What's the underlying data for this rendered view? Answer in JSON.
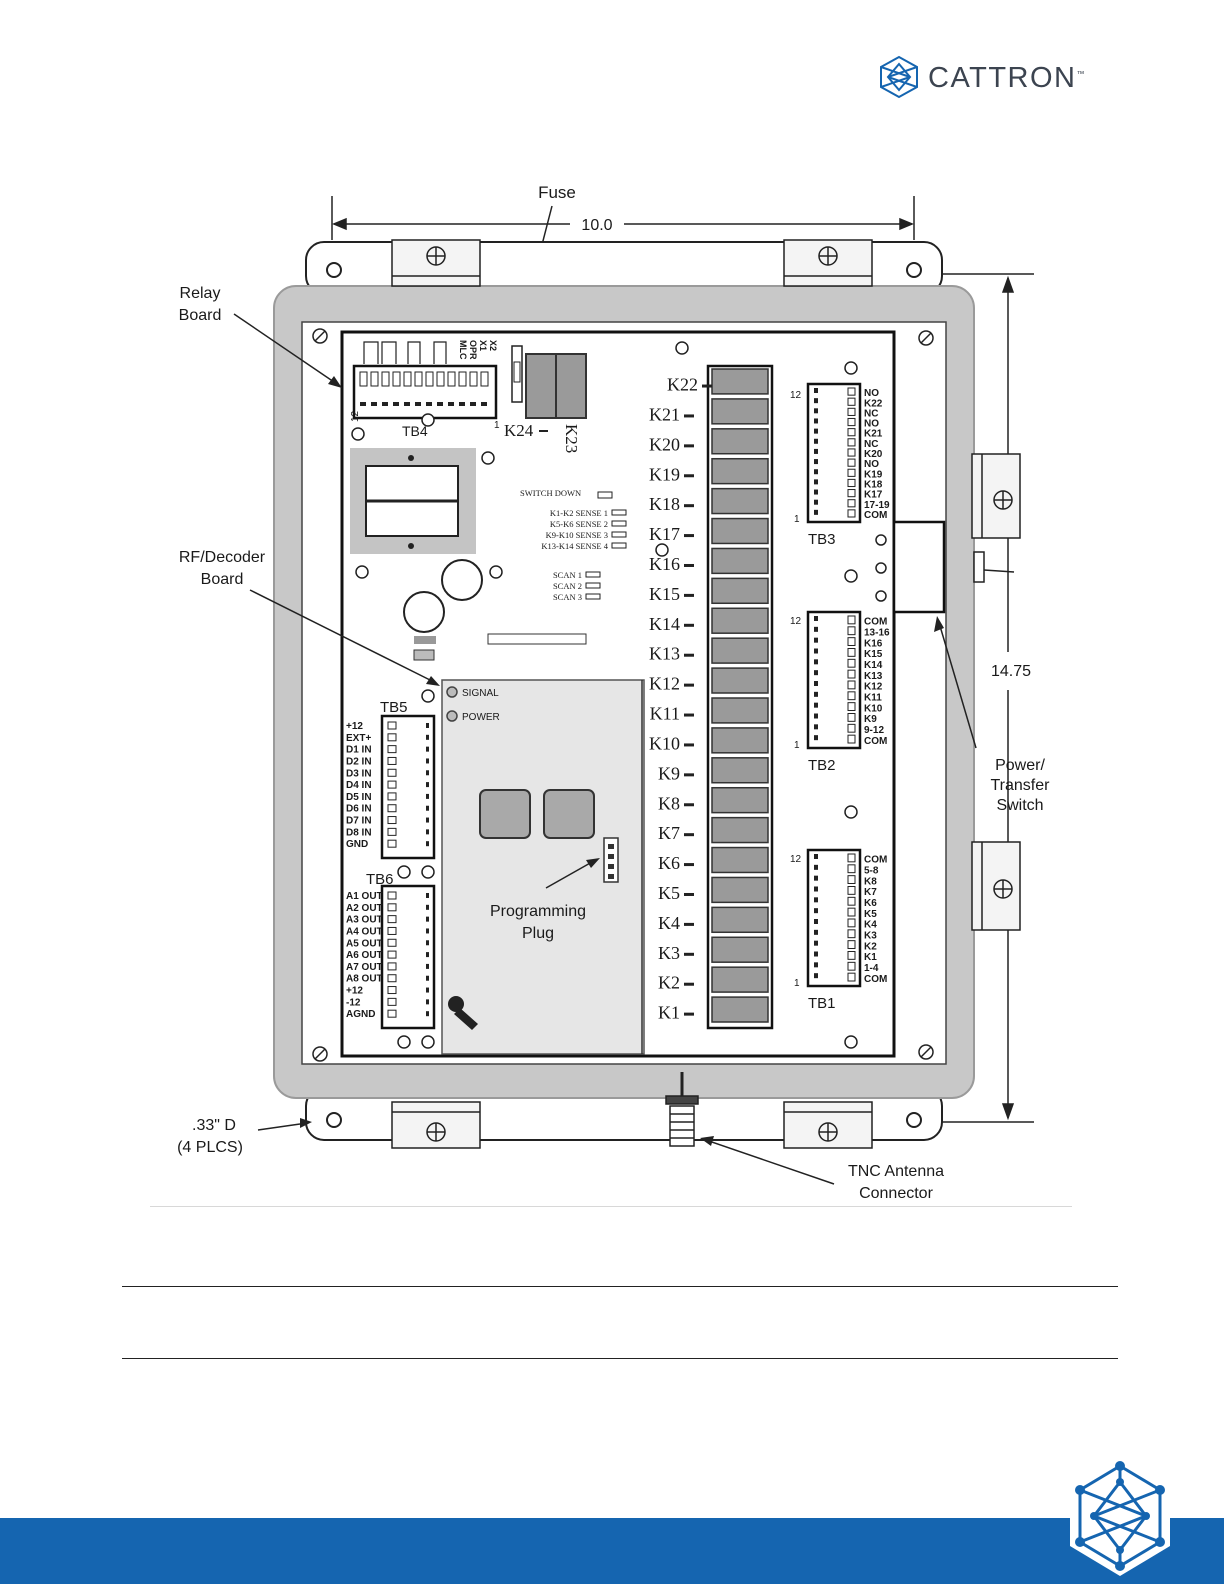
{
  "brand": {
    "name": "CATTRON",
    "trademark": "™",
    "color": "#1565b0"
  },
  "diagram": {
    "fuse_label": "Fuse",
    "width_dim": "10.0",
    "height_dim": "14.75",
    "relay_board": [
      "Relay",
      "Board"
    ],
    "rf_board": [
      "RF/Decoder",
      "Board"
    ],
    "power_switch": [
      "Power/",
      "Transfer",
      "Switch"
    ],
    "programming_plug": [
      "Programming",
      "Plug"
    ],
    "tnc": [
      "TNC  Antenna",
      "Connector"
    ],
    "holes": [
      ".33\" D",
      "(4 PLCS)"
    ],
    "tb4": "TB4",
    "tb4_pins": [
      "X2",
      "X1",
      "OPR",
      "MLC"
    ],
    "tb4_num_left": "12",
    "tb4_num_right": "1",
    "tb5": "TB5",
    "tb5_pins": [
      "+12",
      "EXT+",
      "D1 IN",
      "D2 IN",
      "D3 IN",
      "D4 IN",
      "D5 IN",
      "D6 IN",
      "D7 IN",
      "D8 IN",
      "GND"
    ],
    "tb6": "TB6",
    "tb6_pins": [
      "A1 OUT",
      "A2 OUT",
      "A3 OUT",
      "A4 OUT",
      "A5 OUT",
      "A6 OUT",
      "A7 OUT",
      "A8 OUT",
      "+12",
      "-12",
      "AGND"
    ],
    "tb3": "TB3",
    "tb3_pins": [
      "NO",
      "K22",
      "NC",
      "NO",
      "K21",
      "NC",
      "K20",
      "NO",
      "K19",
      "K18",
      "K17",
      "17-19",
      "COM"
    ],
    "tb2": "TB2",
    "tb2_pins": [
      "COM",
      "13-16",
      "K16",
      "K15",
      "K14",
      "K13",
      "K12",
      "K11",
      "K10",
      "K9",
      "9-12",
      "COM"
    ],
    "tb1": "TB1",
    "tb1_pins": [
      "COM",
      "5-8",
      "K8",
      "K7",
      "K6",
      "K5",
      "K4",
      "K3",
      "K2",
      "K1",
      "1-4",
      "COM"
    ],
    "tb_num_top": "12",
    "tb_num_bottom": "1",
    "relays_column": [
      "K22",
      "K21",
      "K20",
      "K19",
      "K18",
      "K17",
      "K16",
      "K15",
      "K14",
      "K13",
      "K12",
      "K11",
      "K10",
      "K9",
      "K8",
      "K7",
      "K6",
      "K5",
      "K4",
      "K3",
      "K2",
      "K1"
    ],
    "k24": "K24",
    "k23": "K23",
    "switch_down": "SWITCH DOWN",
    "sense": [
      "K1-K2 SENSE 1",
      "K5-K6 SENSE 2",
      "K9-K10 SENSE 3",
      "K13-K14 SENSE 4"
    ],
    "scan": [
      "SCAN 1",
      "SCAN 2",
      "SCAN 3"
    ],
    "signal": "SIGNAL",
    "power": "POWER"
  }
}
